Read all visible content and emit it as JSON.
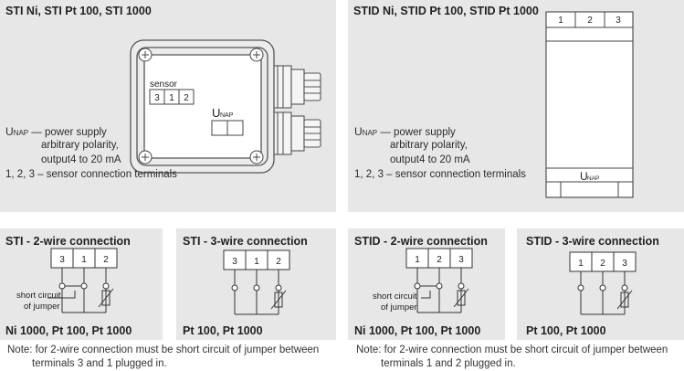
{
  "top_left": {
    "title": "STI Ni, STI Pt 100, STI 1000",
    "sensor_label": "sensor",
    "terminals": [
      "3",
      "1",
      "2"
    ],
    "unap": "U",
    "unap_sub": "NAP",
    "legend_unap": "U",
    "legend_unap_sub": "NAP",
    "legend_dash": " — ",
    "legend_line1": "power supply",
    "legend_line2": "arbitrary polarity,",
    "legend_line3": "output4 to 20 mA",
    "legend_line4": "1, 2, 3 – sensor connection terminals"
  },
  "top_right": {
    "title": "STID Ni, STID Pt 100, STID Pt 1000",
    "terminals": [
      "1",
      "2",
      "3"
    ],
    "unap": "U",
    "unap_sub": "NAP",
    "legend_unap": "U",
    "legend_unap_sub": "NAP",
    "legend_dash": " — ",
    "legend_line1": "power supply",
    "legend_line2": "arbitrary polarity,",
    "legend_line3": "output4 to 20 mA",
    "legend_line4": "1, 2, 3 – sensor connection terminals"
  },
  "wiring": [
    {
      "title": "STI - 2-wire connection",
      "terminals": [
        "3",
        "1",
        "2"
      ],
      "jumper_line1": "short circuit",
      "jumper_line2": "of jumper",
      "caption": "Ni 1000, Pt 100, Pt 1000"
    },
    {
      "title": "STI - 3-wire connection",
      "terminals": [
        "3",
        "1",
        "2"
      ],
      "caption": "Pt 100, Pt 1000"
    },
    {
      "title": "STID - 2-wire connection",
      "terminals": [
        "1",
        "2",
        "3"
      ],
      "jumper_line1": "short circuit",
      "jumper_line2": "of jumper",
      "caption": "Ni 1000, Pt 100, Pt 1000"
    },
    {
      "title": "STID - 3-wire connection",
      "terminals": [
        "1",
        "2",
        "3"
      ],
      "caption": "Pt 100, Pt 1000"
    }
  ],
  "notes": [
    {
      "line1": "Note:  for 2-wire connection must be short circuit of jumper between",
      "line2": "terminals 3 and 1 plugged in."
    },
    {
      "line1": "Note: for 2-wire connection must be short circuit of jumper between",
      "line2": "terminals 1 and 2 plugged in."
    }
  ]
}
